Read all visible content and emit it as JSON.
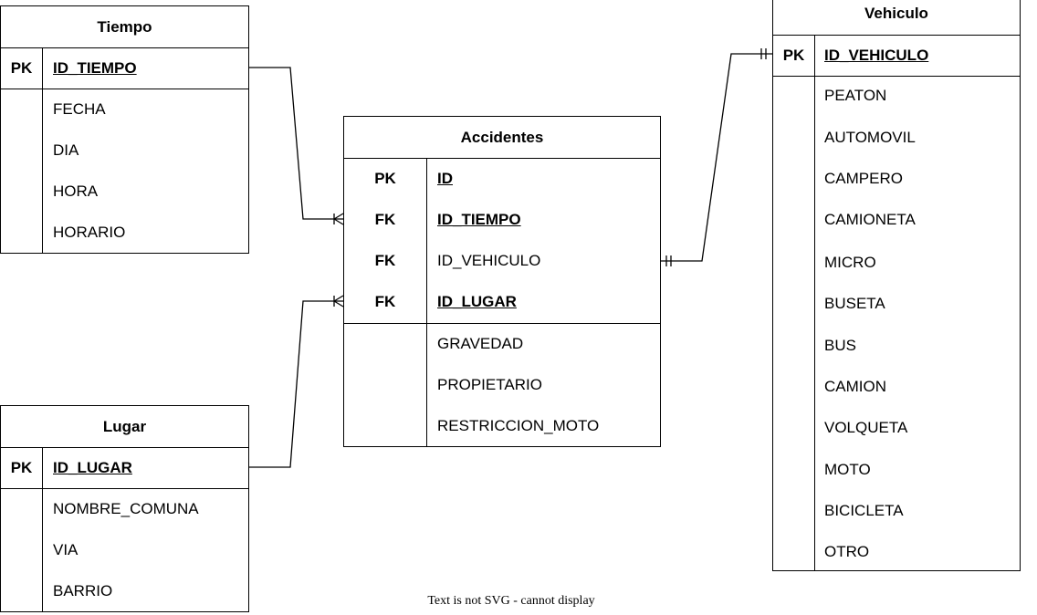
{
  "entities": {
    "tiempo": {
      "title": "Tiempo",
      "key_rows": [
        {
          "key": "PK",
          "field": "ID_TIEMPO"
        }
      ],
      "fields": [
        "FECHA",
        "DIA",
        "HORA",
        "HORARIO"
      ]
    },
    "lugar": {
      "title": "Lugar",
      "key_rows": [
        {
          "key": "PK",
          "field": "ID_LUGAR"
        }
      ],
      "fields": [
        "NOMBRE_COMUNA",
        "VIA",
        "BARRIO"
      ]
    },
    "accidentes": {
      "title": "Accidentes",
      "key_rows": [
        {
          "key": "PK",
          "field": "ID"
        },
        {
          "key": "FK",
          "field": "ID_TIEMPO"
        },
        {
          "key": "FK",
          "field": "ID_VEHICULO"
        },
        {
          "key": "FK",
          "field": "ID_LUGAR"
        }
      ],
      "fields": [
        "GRAVEDAD",
        "PROPIETARIO",
        "RESTRICCION_MOTO"
      ]
    },
    "vehiculo": {
      "title": "Vehiculo",
      "key_rows": [
        {
          "key": "PK",
          "field": "ID_VEHICULO"
        }
      ],
      "fields": [
        "PEATON",
        "AUTOMOVIL",
        "CAMPERO",
        "CAMIONETA",
        "MICRO",
        "BUSETA",
        "BUS",
        "CAMION",
        "VOLQUETA",
        "MOTO",
        "BICICLETA",
        "OTRO"
      ]
    }
  },
  "relationships": [
    {
      "from": "tiempo.ID_TIEMPO",
      "to": "accidentes.ID_TIEMPO",
      "from_end": "none",
      "to_end": "one-or-many"
    },
    {
      "from": "lugar.ID_LUGAR",
      "to": "accidentes.ID_LUGAR",
      "from_end": "none",
      "to_end": "one-or-many"
    },
    {
      "from": "accidentes.ID_VEHICULO",
      "to": "vehiculo.ID_VEHICULO",
      "from_end": "exactly-one",
      "to_end": "exactly-one"
    }
  ],
  "caption": "Text is not SVG - cannot display"
}
